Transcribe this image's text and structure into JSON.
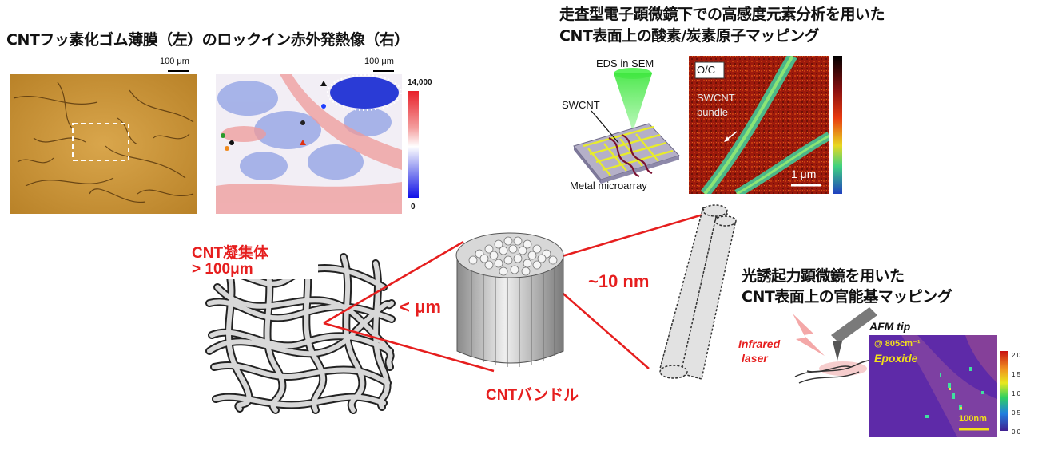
{
  "colors": {
    "accent_red": "#e61e1e",
    "sem_green": "#5cf25c",
    "map_purple": "#6a2fb0"
  },
  "top_left": {
    "title": "CNTフッ素化ゴム薄膜（左）のロックイン赤外発熱像（右）",
    "optical_scale": "100 μm",
    "thermal_scale": "100 μm",
    "colorbar_max": "14,000",
    "colorbar_min": "0"
  },
  "top_right": {
    "title_line1": "走査型電子顕微鏡下での高感度元素分析を用いた",
    "title_line2": "CNT表面上の酸素/炭素原子マッピング",
    "eds_label": "EDS in SEM",
    "swcnt_label": "SWCNT",
    "array_label": "Metal microarray",
    "oc_badge": "O/C",
    "bundle_label_1": "SWCNT",
    "bundle_label_2": "bundle",
    "scale": "1 μm"
  },
  "center": {
    "agg_line1": "CNT凝集体",
    "agg_line2": "> 100μm",
    "sub_um": "< μm",
    "ten_nm": "~10 nm",
    "bundle_caption": "CNTバンドル"
  },
  "bottom_right": {
    "title_line1": "光誘起力顕微鏡を用いた",
    "title_line2": "CNT表面上の官能基マッピング",
    "afm_tip": "AFM tip",
    "infrared_1": "Infrared",
    "infrared_2": "laser",
    "wavenumber": "@ 805cm⁻¹",
    "group": "Epoxide",
    "scale": "100nm",
    "colorbar_ticks": [
      "2.0",
      "1.5",
      "1.0",
      "0.5",
      "0.0"
    ]
  }
}
